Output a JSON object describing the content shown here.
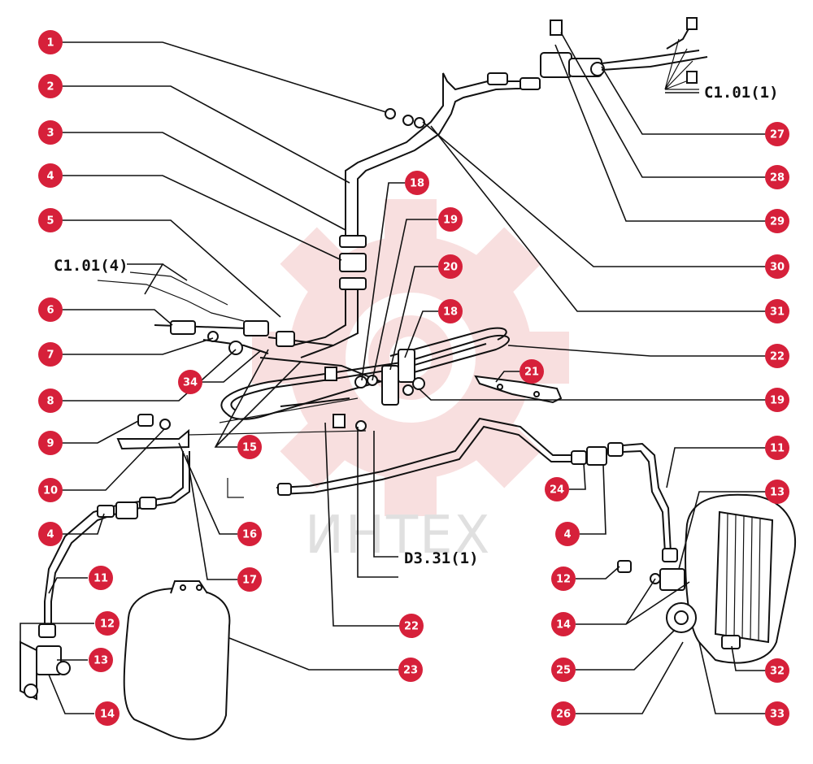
{
  "diagram": {
    "watermark": {
      "text": "ИНТЕХ",
      "gear_color": "#f4c6c6"
    },
    "callout_color": "#d6203a",
    "reference_labels": {
      "ref_top": "C1.01(1)",
      "ref_left": "C1.01(4)",
      "ref_bottom": "D3.31(1)"
    },
    "callouts": [
      {
        "id": "c1",
        "number": "1"
      },
      {
        "id": "c2",
        "number": "2"
      },
      {
        "id": "c3",
        "number": "3"
      },
      {
        "id": "c4a",
        "number": "4"
      },
      {
        "id": "c5",
        "number": "5"
      },
      {
        "id": "c6",
        "number": "6"
      },
      {
        "id": "c7",
        "number": "7"
      },
      {
        "id": "c8",
        "number": "8"
      },
      {
        "id": "c9",
        "number": "9"
      },
      {
        "id": "c10",
        "number": "10"
      },
      {
        "id": "c4b",
        "number": "4"
      },
      {
        "id": "c11a",
        "number": "11"
      },
      {
        "id": "c12a",
        "number": "12"
      },
      {
        "id": "c13a",
        "number": "13"
      },
      {
        "id": "c14a",
        "number": "14"
      },
      {
        "id": "c34",
        "number": "34"
      },
      {
        "id": "c15",
        "number": "15"
      },
      {
        "id": "c16",
        "number": "16"
      },
      {
        "id": "c17",
        "number": "17"
      },
      {
        "id": "c18a",
        "number": "18"
      },
      {
        "id": "c19a",
        "number": "19"
      },
      {
        "id": "c20",
        "number": "20"
      },
      {
        "id": "c18b",
        "number": "18"
      },
      {
        "id": "c22a",
        "number": "22"
      },
      {
        "id": "c23",
        "number": "23"
      },
      {
        "id": "c27",
        "number": "27"
      },
      {
        "id": "c28",
        "number": "28"
      },
      {
        "id": "c29",
        "number": "29"
      },
      {
        "id": "c30",
        "number": "30"
      },
      {
        "id": "c31",
        "number": "31"
      },
      {
        "id": "c22b",
        "number": "22"
      },
      {
        "id": "c21",
        "number": "21"
      },
      {
        "id": "c19b",
        "number": "19"
      },
      {
        "id": "c11b",
        "number": "11"
      },
      {
        "id": "c13b",
        "number": "13"
      },
      {
        "id": "c24",
        "number": "24"
      },
      {
        "id": "c4c",
        "number": "4"
      },
      {
        "id": "c12b",
        "number": "12"
      },
      {
        "id": "c14b",
        "number": "14"
      },
      {
        "id": "c25",
        "number": "25"
      },
      {
        "id": "c32",
        "number": "32"
      },
      {
        "id": "c26",
        "number": "26"
      },
      {
        "id": "c33",
        "number": "33"
      }
    ]
  }
}
